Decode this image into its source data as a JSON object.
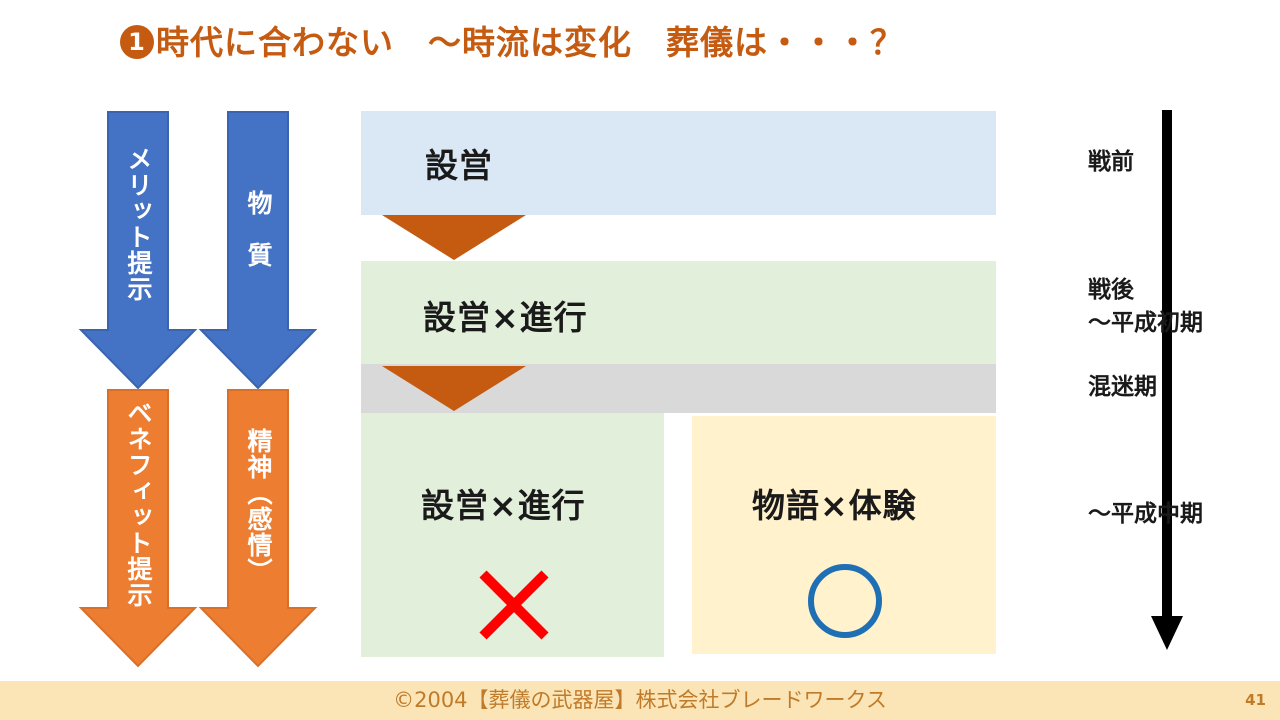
{
  "title": {
    "number": "1",
    "text": "時代に合わない　～時流は変化　葬儀は・・・？"
  },
  "arrows": {
    "merit": "メリット提示",
    "material": "物　質",
    "benefit": "ベネフィット提示",
    "spirit": "精神（感情）"
  },
  "boxes": {
    "top": "設営",
    "middle": "設営×進行",
    "bottom_left": "設営×進行",
    "bottom_right": "物語×体験"
  },
  "marks": {
    "bottom_left": "cross-mark",
    "bottom_right": "circle-mark"
  },
  "timeline": {
    "pre_war": "戦前",
    "post_war_line1": "戦後",
    "post_war_line2": "～平成初期",
    "stagnant": "混迷期",
    "mid_heisei": "～平成中期"
  },
  "footer": {
    "copyright": "©2004【葬儀の武器屋】株式会社ブレードワークス",
    "page": "41"
  },
  "colors": {
    "title": "#c55a11",
    "blue_arrow": "#4472c4",
    "orange_arrow": "#ed7d31",
    "top_box": "#dae8f5",
    "green_box": "#e2efda",
    "gray_band": "#d9d9d9",
    "yellow_box": "#fff2cc",
    "cross": "#ff0000",
    "circle": "#1f6fb5"
  }
}
